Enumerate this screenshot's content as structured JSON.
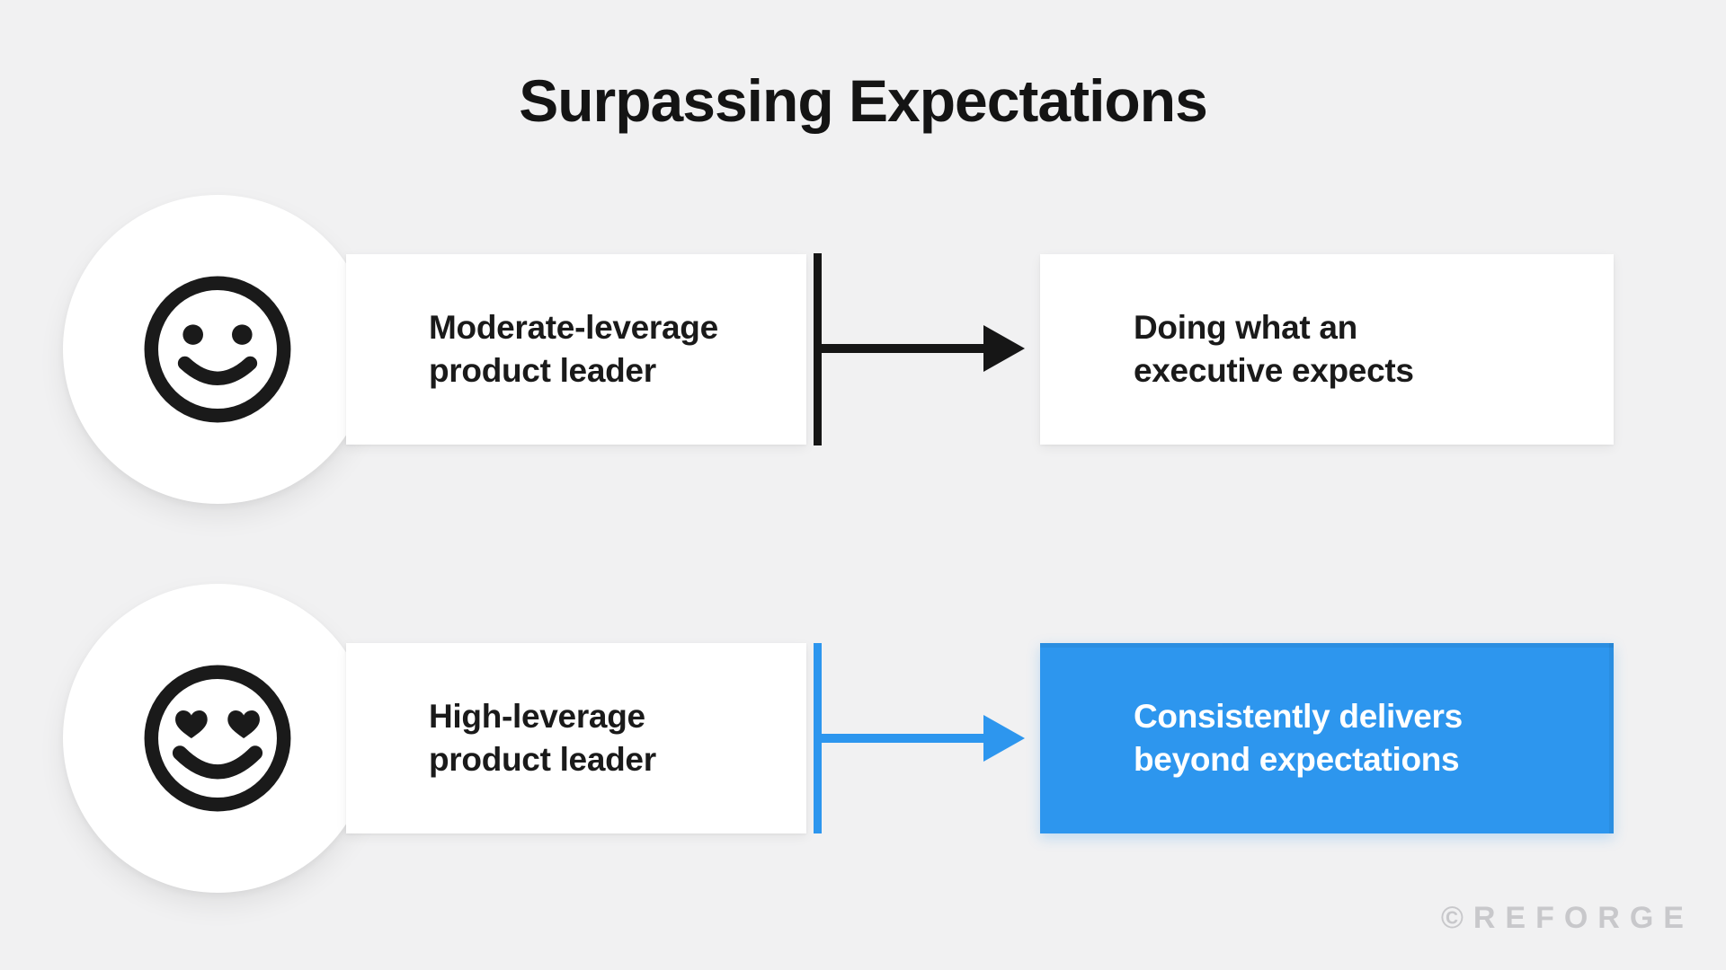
{
  "title": "Surpassing Expectations",
  "watermark": "©REFORGE",
  "colors": {
    "background": "#F1F1F2",
    "card": "#FFFFFF",
    "ink": "#1A1A1A",
    "accent": "#2D96EE",
    "result_text_highlight": "#FFFFFF",
    "watermark": "#C8C8CB"
  },
  "rows": [
    {
      "icon": "smiley-face-icon",
      "source_lines": [
        "Moderate-leverage",
        "product leader"
      ],
      "result_lines": [
        "Doing what an",
        "executive expects"
      ],
      "connector_color": "#161616",
      "highlighted": false
    },
    {
      "icon": "heart-eyes-face-icon",
      "source_lines": [
        "High-leverage",
        "product leader"
      ],
      "result_lines": [
        "Consistently delivers",
        "beyond expectations"
      ],
      "connector_color": "#2D96EE",
      "highlighted": true
    }
  ]
}
